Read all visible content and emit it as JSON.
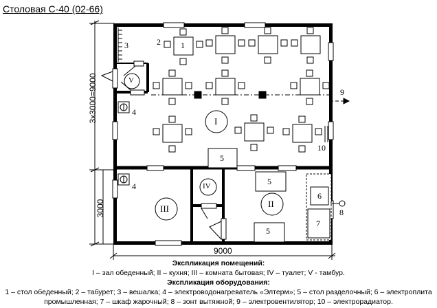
{
  "title": "Столовая С-40 (02-66)",
  "dimensions": {
    "total_width": "9000",
    "left_top": "3x3000=9000",
    "left_bottom": "3000"
  },
  "rooms": {
    "hall": "I",
    "kitchen": "II",
    "household": "III",
    "toilet": "IV",
    "vestibule": "V"
  },
  "equipment_labels": {
    "table": "1",
    "stool": "2",
    "hanger": "3",
    "heater_top": "4",
    "heater_bottom": "4",
    "serving_table_hall": "5",
    "serving_table_kitchen_top": "5",
    "serving_table_kitchen_bottom": "5",
    "stove": "6",
    "oven": "7",
    "hood": "8",
    "fan": "9",
    "radiator": "10"
  },
  "explication": {
    "rooms_header": "Экспликация помещений:",
    "rooms_text": "I – зал обеденный; II – кухня; III – комната бытовая; IV – туалет; V - тамбур.",
    "equipment_header": "Экспликация оборудования:",
    "equipment_line1": "1 – стол обеденный; 2 – табурет; 3 – вешалка; 4 – электроводонагреватель «Элтерм»; 5 – стол разделочный; 6 – электроплита",
    "equipment_line2": "промышленная; 7 – шкаф жарочный; 8 – зонт вытяжной; 9 – электровентилятор; 10 – электрорадиатор."
  }
}
